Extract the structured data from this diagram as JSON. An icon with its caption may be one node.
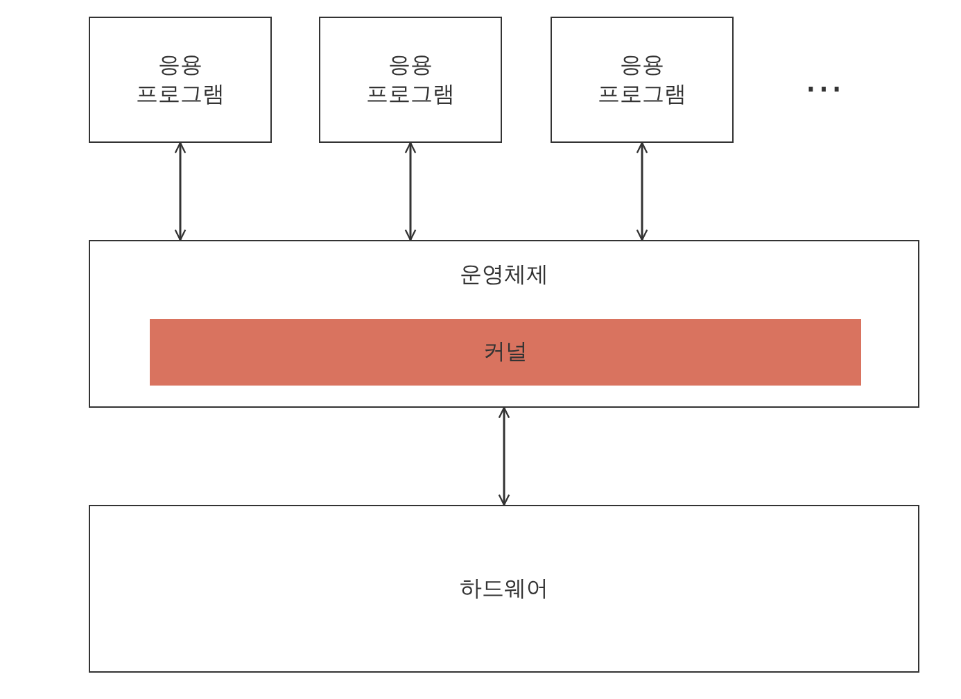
{
  "diagram": {
    "nodes": [
      {
        "text": [
          "응용 프로그램"
        ]
      },
      {
        "text": [
          "응용 프로그램"
        ]
      },
      {
        "text": [
          "응용 프로그램"
        ]
      },
      {
        "text": [
          "운영체제"
        ]
      },
      {
        "text": [
          "커널"
        ],
        "in": 3
      },
      {
        "text": [
          "하드웨어"
        ]
      }
    ],
    "edges": [
      {
        "from": 0,
        "to": 3,
        "arrow": "both"
      },
      {
        "from": 1,
        "to": 3,
        "arrow": "both"
      },
      {
        "from": 2,
        "to": 3,
        "arrow": "both"
      },
      {
        "from": 3,
        "to": 5,
        "arrow": "both"
      }
    ],
    "labels": [
      "…"
    ]
  }
}
